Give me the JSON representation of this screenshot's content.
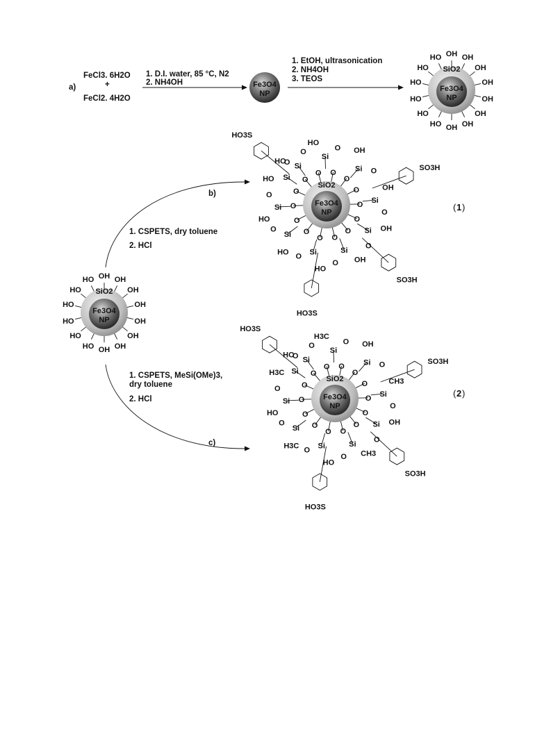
{
  "scheme": {
    "row_a": {
      "label": "a)",
      "reagent_1": "FeCl3. 6H2O",
      "plus": "+",
      "reagent_2": "FeCl2. 4H2O",
      "arrow1_line1": "1. D.I. water, 85 °C, N2",
      "arrow1_line2": "2. NH4OH",
      "arrow2_line1": "1. EtOH, ultrasonication",
      "arrow2_line2": "2. NH4OH",
      "arrow2_line3": "3. TEOS"
    },
    "core_labels": {
      "fe3o4": "Fe3O4",
      "np": "NP",
      "sio2": "SiO2"
    },
    "group_labels": {
      "hydroxyl": "HO",
      "hydroxyl_r": "OH",
      "silicon": "Si",
      "oxygen": "O",
      "methyl": "CH3",
      "methyl_l": "H3C",
      "sulfonic": "SO3H",
      "sulfonic_l": "HO3S"
    },
    "route_b": {
      "label": "b)",
      "step1": "1. CSPETS, dry toluene",
      "step2": "2. HCl",
      "product_number": "1"
    },
    "route_c": {
      "label": "c)",
      "step1a": "1. CSPETS, MeSi(OMe)3,",
      "step1b": "dry toluene",
      "step2": "2. HCl",
      "product_number": "2"
    }
  }
}
